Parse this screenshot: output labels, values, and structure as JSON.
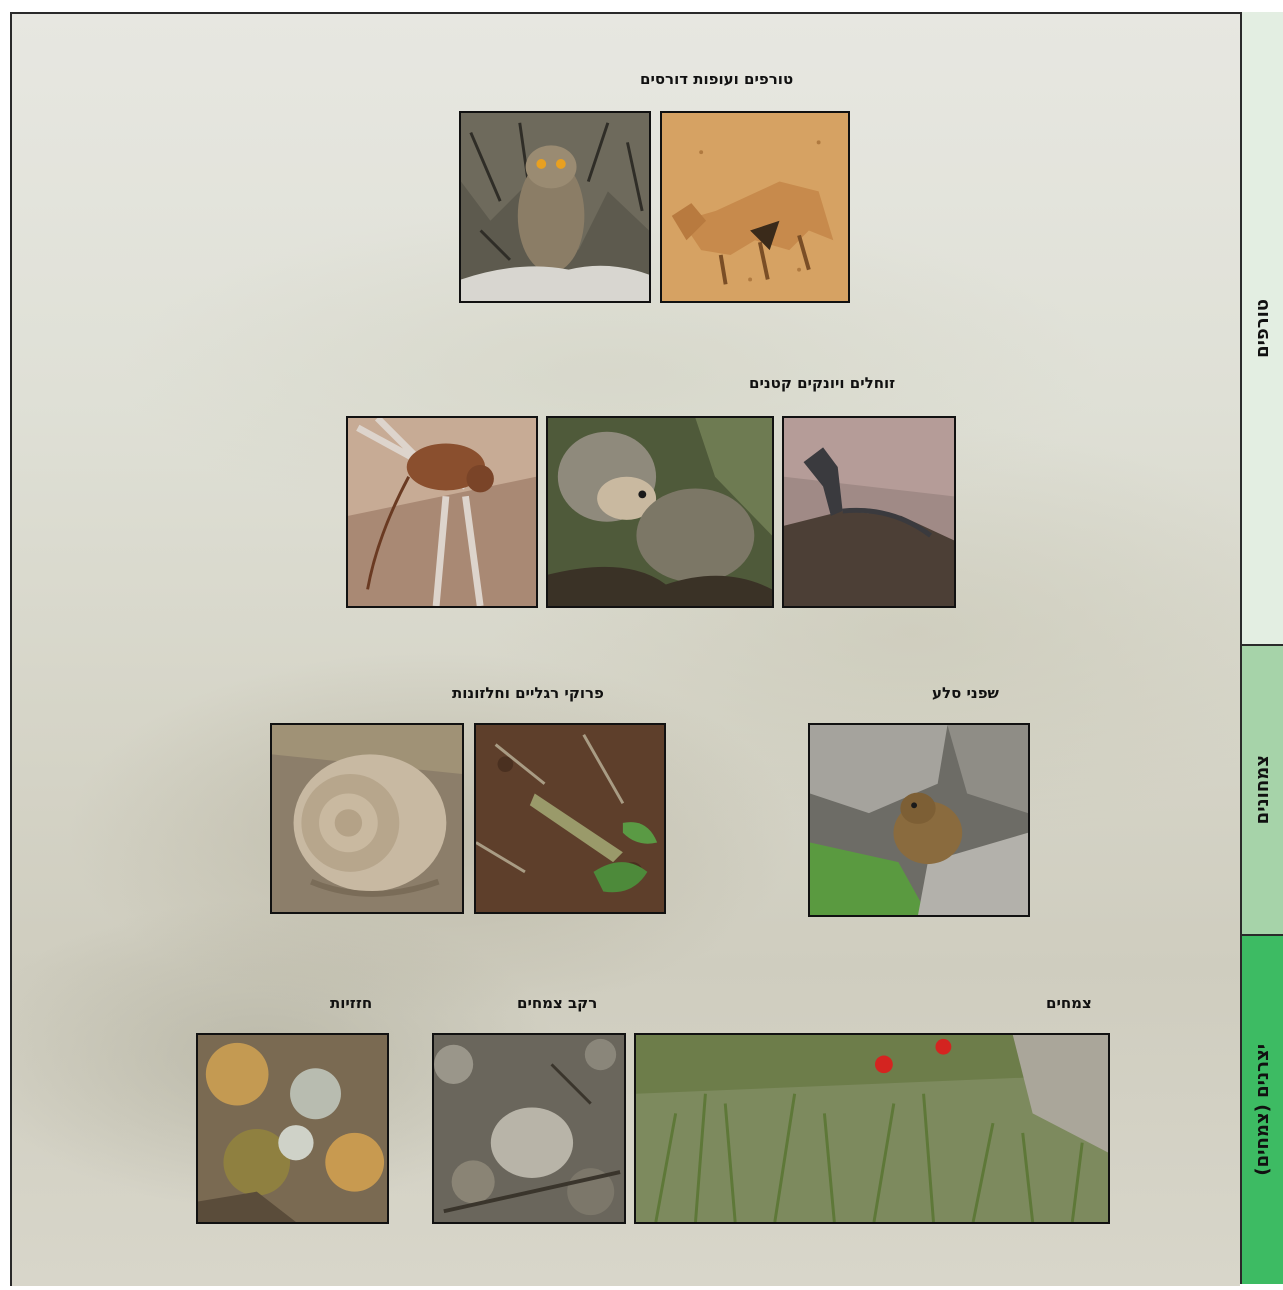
{
  "sections": {
    "predators": {
      "caption": "טורפים ועופות דורסים"
    },
    "reptiles": {
      "caption": "זוחלים ויונקים קטנים"
    },
    "hyrax": {
      "caption": "שפני סלע"
    },
    "arthropods": {
      "caption": "פרוקי רגליים וחלזונות"
    },
    "plants": {
      "caption": "צמחים"
    },
    "compost": {
      "caption": "רקב צמחים"
    },
    "lichens": {
      "caption": "חזזיות"
    }
  },
  "tabs": [
    {
      "label": "טורפים"
    },
    {
      "label": "צמחונים"
    },
    {
      "label": "יצרנים (צמחים)"
    }
  ],
  "colors": {
    "tab_light": "#e3eee2",
    "tab_mid": "#a6d3a9",
    "tab_dark": "#3dbb63"
  }
}
